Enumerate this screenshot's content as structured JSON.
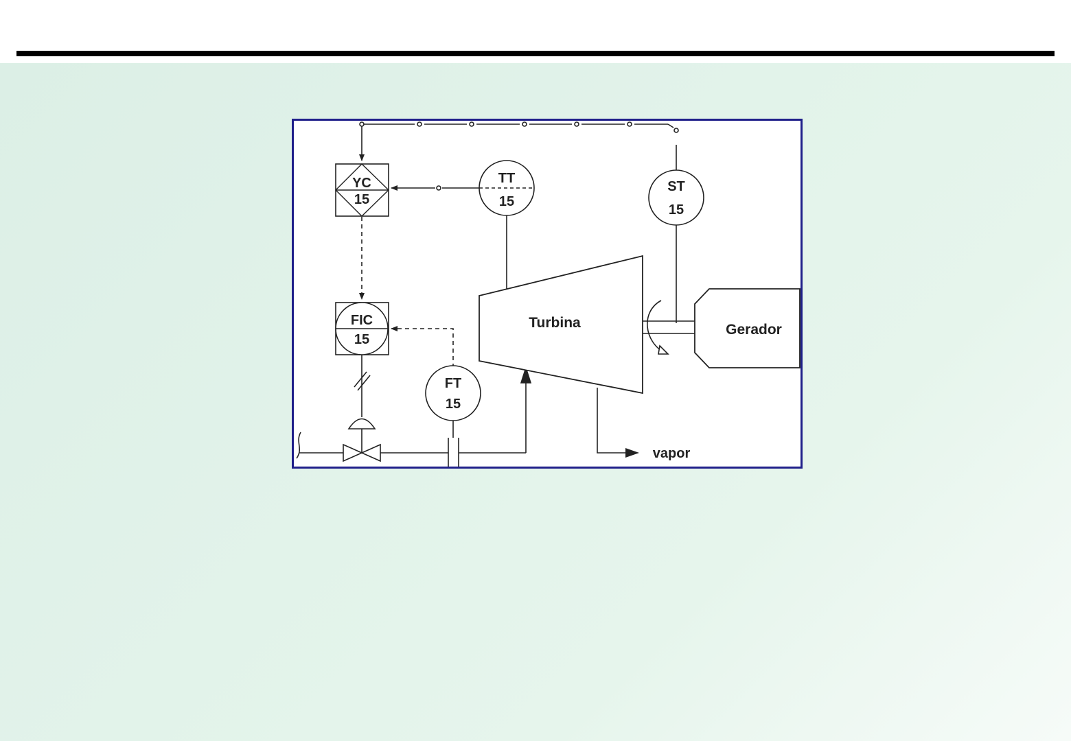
{
  "diagram": {
    "instruments": {
      "yc": {
        "tag": "YC",
        "number": "15"
      },
      "tt": {
        "tag": "TT",
        "number": "15"
      },
      "st": {
        "tag": "ST",
        "number": "15"
      },
      "fic": {
        "tag": "FIC",
        "number": "15"
      },
      "ft": {
        "tag": "FT",
        "number": "15"
      }
    },
    "equipment": {
      "turbine": "Turbina",
      "generator": "Gerador"
    },
    "streams": {
      "exhaust": "vapor"
    },
    "colors": {
      "frame_border": "#1f1f8a",
      "line": "#222222",
      "background_tint": "#dcefe6"
    }
  }
}
